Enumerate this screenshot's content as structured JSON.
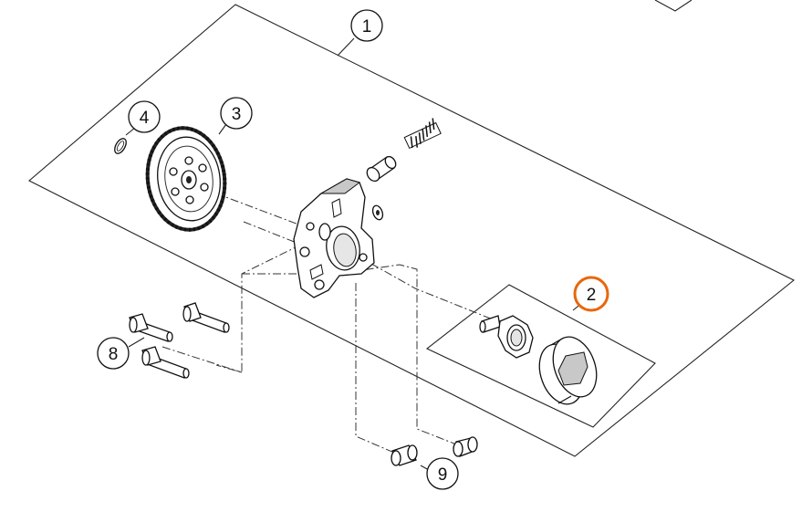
{
  "callouts": [
    {
      "id": "1",
      "label": "1"
    },
    {
      "id": "2",
      "label": "2"
    },
    {
      "id": "3",
      "label": "3"
    },
    {
      "id": "4",
      "label": "4"
    },
    {
      "id": "8",
      "label": "8"
    },
    {
      "id": "9",
      "label": "9"
    }
  ],
  "colors": {
    "highlight": "#e8670c",
    "line": "#222222",
    "background": "#ffffff"
  }
}
